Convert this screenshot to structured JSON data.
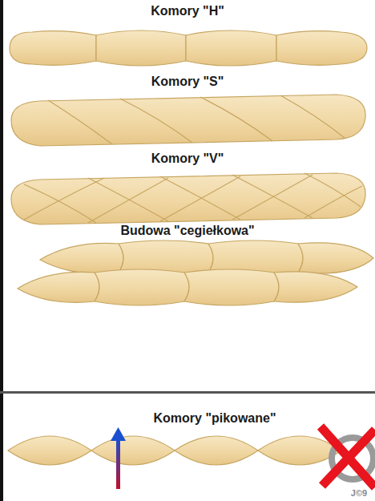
{
  "diagram": {
    "labels": [
      "Komory \"H\"",
      "Komory \"S\"",
      "Komory \"V\"",
      "Budowa \"cegiełkowa\"",
      "Komory \"pikowane\"",
      "J©9"
    ]
  }
}
